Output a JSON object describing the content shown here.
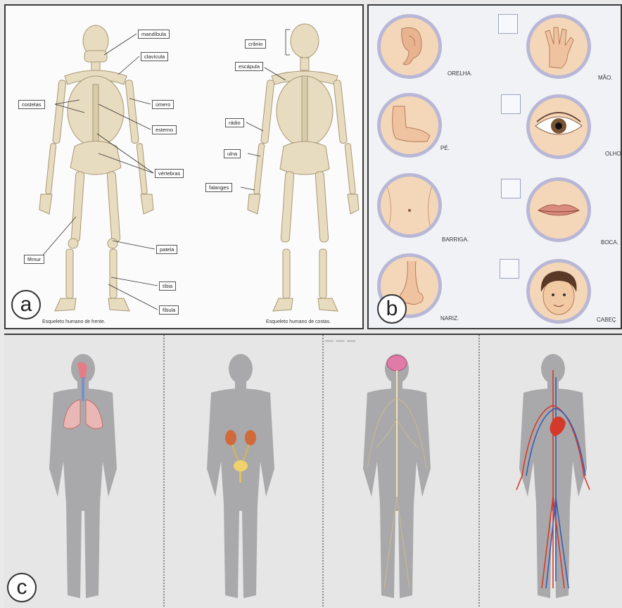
{
  "panel_a": {
    "letter": "a",
    "labels": {
      "mandibula": "mandíbula",
      "clavicula": "clavícula",
      "costelas": "costelas",
      "umero": "úmero",
      "esterno": "esterno",
      "vertebras": "vértebras",
      "femur": "fêmur",
      "patela": "patela",
      "tibia": "tíbia",
      "fibula": "fíbula",
      "cranio": "crânio",
      "escapula": "escápula",
      "radio": "rádio",
      "ulna": "ulna",
      "falanges": "falanges"
    },
    "caption_front": "Esqueleto humano de frente.",
    "caption_back": "Esqueleto humano de costas."
  },
  "panel_b": {
    "letter": "b",
    "items": {
      "orelha": "ORELHA.",
      "mao": "MÃO.",
      "pe": "PÉ.",
      "olho": "OLHO.",
      "barriga": "BARRIGA.",
      "boca": "BOCA.",
      "nariz": "NARIZ.",
      "cabeca": "CABEÇ"
    }
  },
  "panel_c": {
    "letter": "c",
    "systems": [
      "respiratory",
      "urinary",
      "nervous",
      "circulatory"
    ]
  },
  "colors": {
    "bone": "#e8dcc0",
    "skin": "#f4d7b8",
    "circle_ring": "#b9b7d6",
    "silhouette": "#a9a9ab",
    "vessel_red": "#d33a2a",
    "vessel_blue": "#3b5bb0"
  }
}
